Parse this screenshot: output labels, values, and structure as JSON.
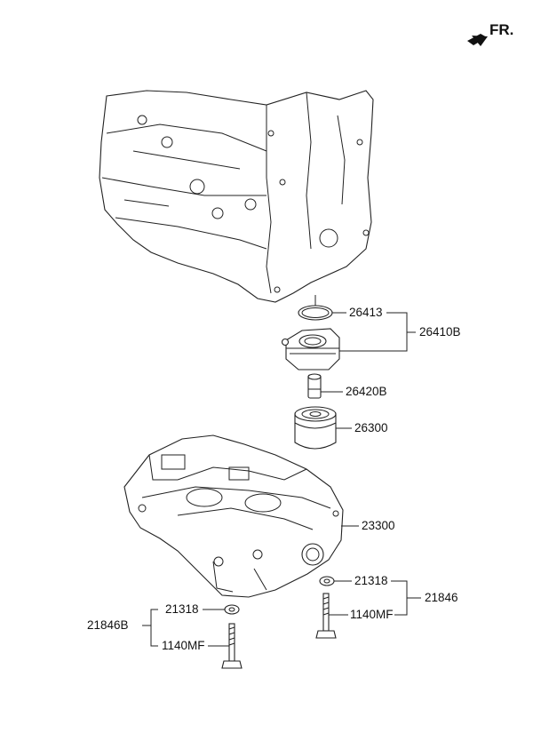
{
  "orientation": {
    "label": "FR.",
    "icon": "front-direction-arrow-icon"
  },
  "callouts": {
    "p26413": "26413",
    "p26410B": "26410B",
    "p26420B": "26420B",
    "p26300": "26300",
    "p23300": "23300",
    "p21318_right": "21318",
    "p21846": "21846",
    "p1140MF_right": "1140MF",
    "p21318_left": "21318",
    "p21846B": "21846B",
    "p1140MF_left": "1140MF"
  }
}
